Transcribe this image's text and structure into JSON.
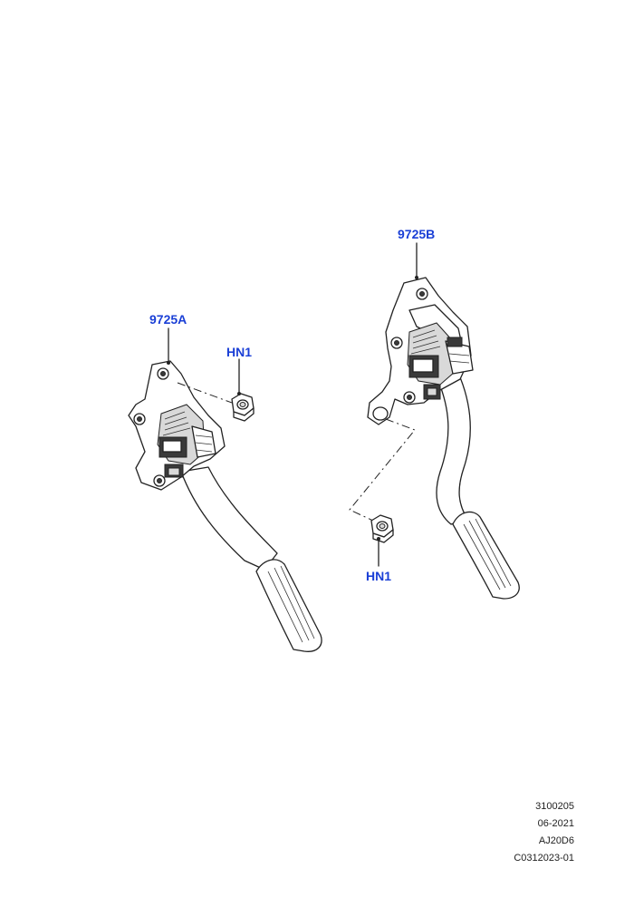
{
  "callouts": {
    "part_a": "9725A",
    "part_b": "9725B",
    "nut_left": "HN1",
    "nut_right": "HN1"
  },
  "footer": {
    "line1": "3100205",
    "line2": "06-2021",
    "line3": "AJ20D6",
    "line4": "C0312023-01"
  },
  "colors": {
    "callout_text": "#1a3fd6",
    "line_art": "#222222"
  }
}
